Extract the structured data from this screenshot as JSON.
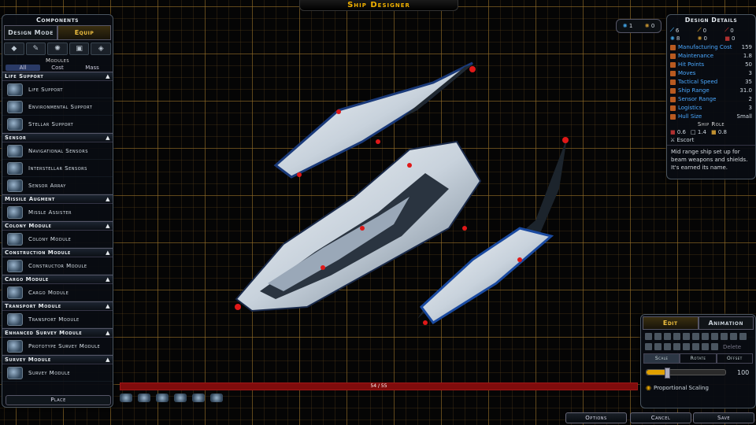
{
  "title": "Ship Designer",
  "components": {
    "header": "Components",
    "tabs": [
      "Design Mode",
      "Equip"
    ],
    "icon_tabs": [
      "weapon-icon",
      "wrench-icon",
      "gear-icon",
      "module-icon",
      "target-icon"
    ],
    "modules_label": "Modules",
    "sort": [
      "All",
      "Cost",
      "Mass"
    ],
    "categories": [
      {
        "name": "Life Support",
        "items": [
          "Life Support",
          "Environmental Support",
          "Stellar Support"
        ]
      },
      {
        "name": "Sensor",
        "items": [
          "Navigational Sensors",
          "Interstellar Sensors",
          "Sensor Array"
        ]
      },
      {
        "name": "Missile Augment",
        "items": [
          "Missle Assister"
        ]
      },
      {
        "name": "Colony Module",
        "items": [
          "Colony Module"
        ]
      },
      {
        "name": "Construction Module",
        "items": [
          "Constructor Module"
        ]
      },
      {
        "name": "Cargo Module",
        "items": [
          "Cargo Module"
        ]
      },
      {
        "name": "Transport Module",
        "items": [
          "Transport Module"
        ]
      },
      {
        "name": "Enhanced Survey Module",
        "items": [
          "Prototype Survey Module"
        ]
      },
      {
        "name": "Survey Module",
        "items": [
          "Survey Module"
        ]
      }
    ],
    "place": "Place"
  },
  "resources": {
    "a": "1",
    "b": "0"
  },
  "details": {
    "header": "Design Details",
    "summary": [
      [
        "6",
        "0",
        "0"
      ],
      [
        "8",
        "0",
        "0"
      ]
    ],
    "stats": [
      [
        "Manufacturing Cost",
        "159"
      ],
      [
        "Maintenance",
        "1.8"
      ],
      [
        "Hit Points",
        "50"
      ],
      [
        "Moves",
        "3"
      ],
      [
        "Tactical Speed",
        "35"
      ],
      [
        "Ship Range",
        "31.0"
      ],
      [
        "Sensor Range",
        "2"
      ],
      [
        "Logistics",
        "3"
      ],
      [
        "Hull Size",
        "Small"
      ]
    ],
    "role_label": "Ship Role",
    "roles": [
      "0.6",
      "1.4",
      "0.8"
    ],
    "role": "Escort",
    "description": "Mid range ship set up for beam weapons and shields. It's earned its name."
  },
  "edit": {
    "tabs": [
      "Edit",
      "Animation"
    ],
    "delete": "Delete",
    "subtabs": [
      "Scale",
      "Rotate",
      "Offset"
    ],
    "value": "100",
    "fraction": 0.25,
    "proportional": "Proportional Scaling"
  },
  "capacity": "54 / 55",
  "buttons": [
    "Options",
    "Cancel",
    "Save"
  ],
  "colors": {
    "accent": "#f0b000",
    "capacity_bar": "#800c0c"
  }
}
